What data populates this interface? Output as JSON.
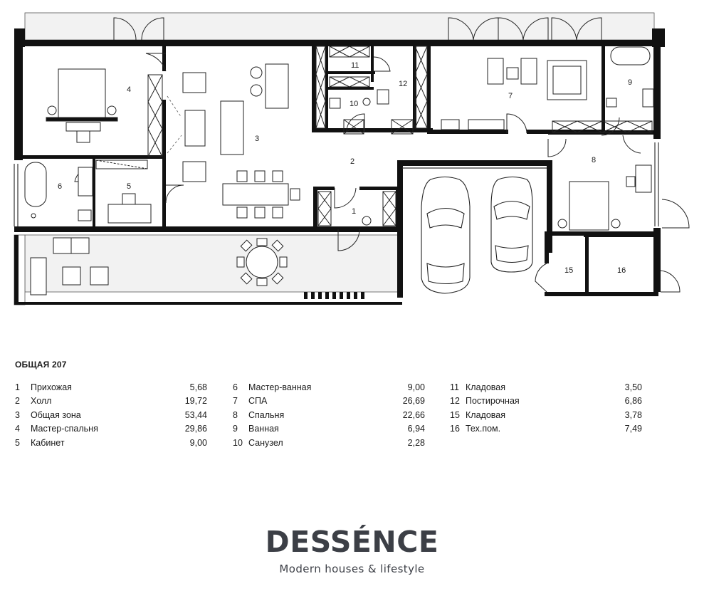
{
  "plan": {
    "room_labels": [
      {
        "num": "1"
      },
      {
        "num": "2"
      },
      {
        "num": "3"
      },
      {
        "num": "4"
      },
      {
        "num": "5"
      },
      {
        "num": "6"
      },
      {
        "num": "7"
      },
      {
        "num": "8"
      },
      {
        "num": "9"
      },
      {
        "num": "10"
      },
      {
        "num": "11"
      },
      {
        "num": "12"
      },
      {
        "num": "15"
      },
      {
        "num": "16"
      }
    ]
  },
  "summary": {
    "total_label": "ОБЩАЯ",
    "total_value": "207"
  },
  "rooms": [
    [
      {
        "num": "1",
        "name": "Прихожая",
        "area": "5,68"
      },
      {
        "num": "2",
        "name": "Холл",
        "area": "19,72"
      },
      {
        "num": "3",
        "name": "Общая зона",
        "area": "53,44"
      },
      {
        "num": "4",
        "name": "Мастер-спальня",
        "area": "29,86"
      },
      {
        "num": "5",
        "name": "Кабинет",
        "area": "9,00"
      }
    ],
    [
      {
        "num": "6",
        "name": "Мастер-ванная",
        "area": "9,00"
      },
      {
        "num": "7",
        "name": "СПА",
        "area": "26,69"
      },
      {
        "num": "8",
        "name": "Спальня",
        "area": "22,66"
      },
      {
        "num": "9",
        "name": "Ванная",
        "area": "6,94"
      },
      {
        "num": "10",
        "name": "Санузел",
        "area": "2,28"
      }
    ],
    [
      {
        "num": "11",
        "name": "Кладовая",
        "area": "3,50"
      },
      {
        "num": "12",
        "name": "Постирочная",
        "area": "6,86"
      },
      {
        "num": "15",
        "name": "Кладовая",
        "area": "3,78"
      },
      {
        "num": "16",
        "name": "Тех.пом.",
        "area": "7,49"
      }
    ]
  ],
  "brand": {
    "name": "DESSÉNCE",
    "tagline": "Modern houses & lifestyle"
  },
  "colors": {
    "wall": "#111111",
    "line": "#1a1a1a",
    "terrace": "#f2f2f2",
    "brand": "#3c3f46"
  }
}
